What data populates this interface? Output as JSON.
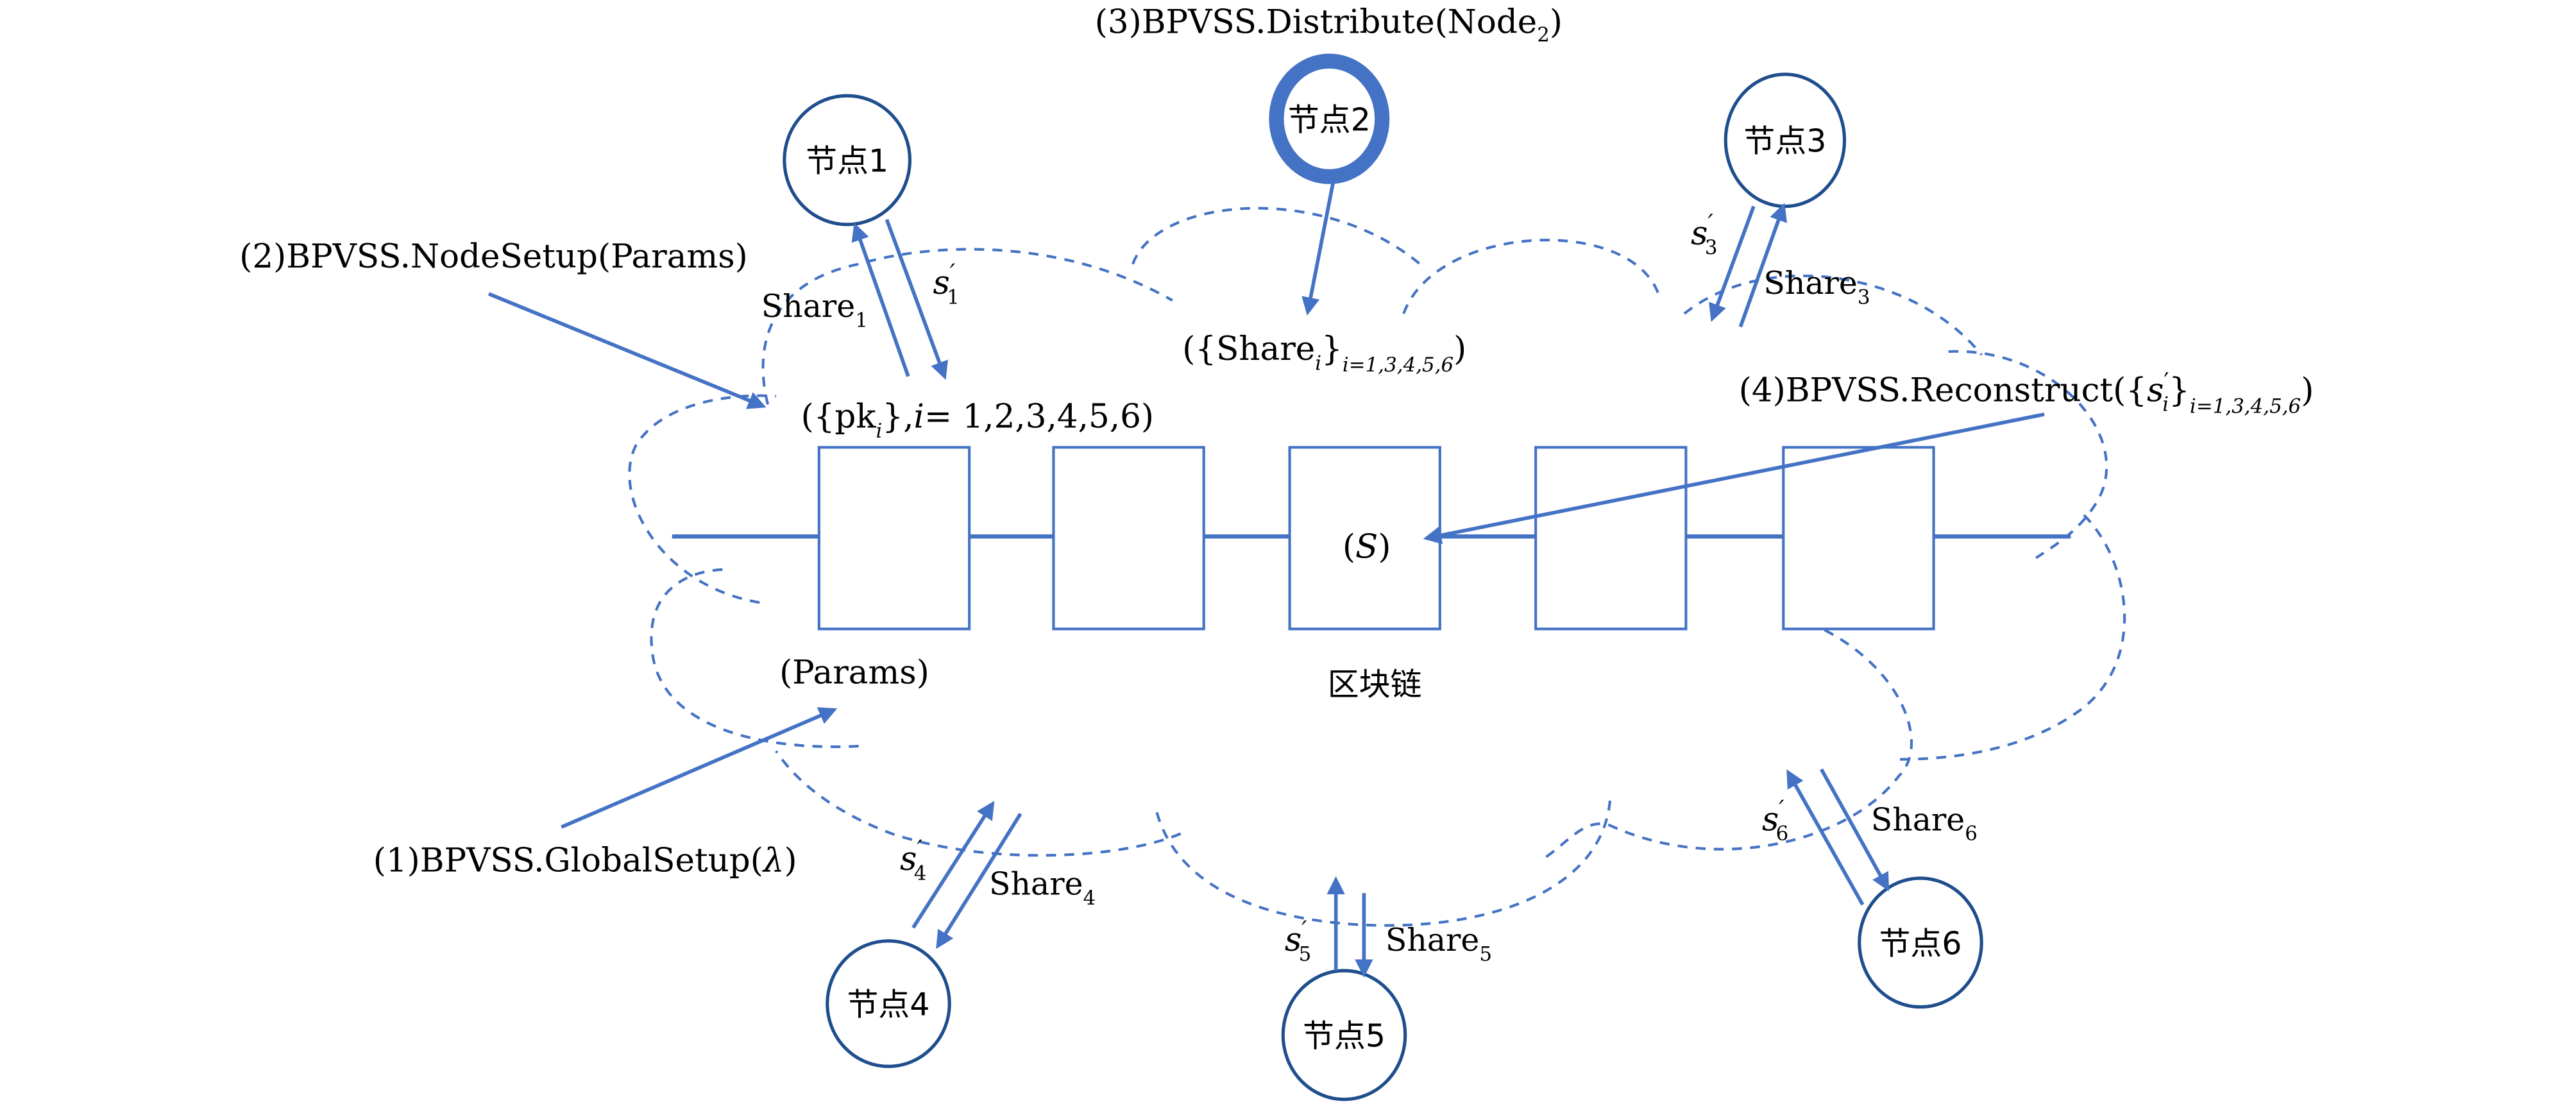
{
  "colors": {
    "accent": "#4472C4",
    "node_border": "#1F4E8C",
    "text": "#000000",
    "background": "#FFFFFF"
  },
  "center_label": "区块链",
  "nodes": [
    {
      "id": 1,
      "label": "节点1",
      "emphasized": false
    },
    {
      "id": 2,
      "label": "节点2",
      "emphasized": true
    },
    {
      "id": 3,
      "label": "节点3",
      "emphasized": false
    },
    {
      "id": 4,
      "label": "节点4",
      "emphasized": false
    },
    {
      "id": 5,
      "label": "节点5",
      "emphasized": false
    },
    {
      "id": 6,
      "label": "节点6",
      "emphasized": false
    }
  ],
  "steps": {
    "global_setup": {
      "prefix": "(1)BPVSS.GlobalSetup(",
      "arg": "λ",
      "suffix": ")"
    },
    "node_setup": {
      "text": "(2)BPVSS.NodeSetup(Params)"
    },
    "distribute": {
      "prefix": "(3)BPVSS.Distribute(Node",
      "sub": "2",
      "suffix": ")"
    },
    "reconstruct": {
      "prefix": "(4)BPVSS.Reconstruct({",
      "var": "s",
      "prime": "′",
      "var_sub": "i",
      "close": "}",
      "index": "i=1,3,4,5,6",
      "suffix": ")"
    }
  },
  "block_labels": {
    "params": "(Params)",
    "pk_prefix": "({pk",
    "pk_sub": "i",
    "pk_mid": "},",
    "pk_var": "i",
    "pk_suffix": "= 1,2,3,4,5,6)",
    "shares_prefix": "({Share",
    "shares_sub": "i",
    "shares_close": "}",
    "shares_index": "i=1,3,4,5,6",
    "shares_suffix": ")",
    "secret_open": "(",
    "secret_var": "S",
    "secret_close": ")"
  },
  "edges": [
    {
      "node": 1,
      "share_label": "Share",
      "share_sub": "1",
      "secret_label": "s",
      "secret_prime": "′",
      "secret_sub": "1"
    },
    {
      "node": 3,
      "share_label": "Share",
      "share_sub": "3",
      "secret_label": "s",
      "secret_prime": "′",
      "secret_sub": "3"
    },
    {
      "node": 4,
      "share_label": "Share",
      "share_sub": "4",
      "secret_label": "s",
      "secret_prime": "′",
      "secret_sub": "4"
    },
    {
      "node": 5,
      "share_label": "Share",
      "share_sub": "5",
      "secret_label": "s",
      "secret_prime": "′",
      "secret_sub": "5"
    },
    {
      "node": 6,
      "share_label": "Share",
      "share_sub": "6",
      "secret_label": "s",
      "secret_prime": "′",
      "secret_sub": "6"
    }
  ],
  "blocks_count": 5
}
